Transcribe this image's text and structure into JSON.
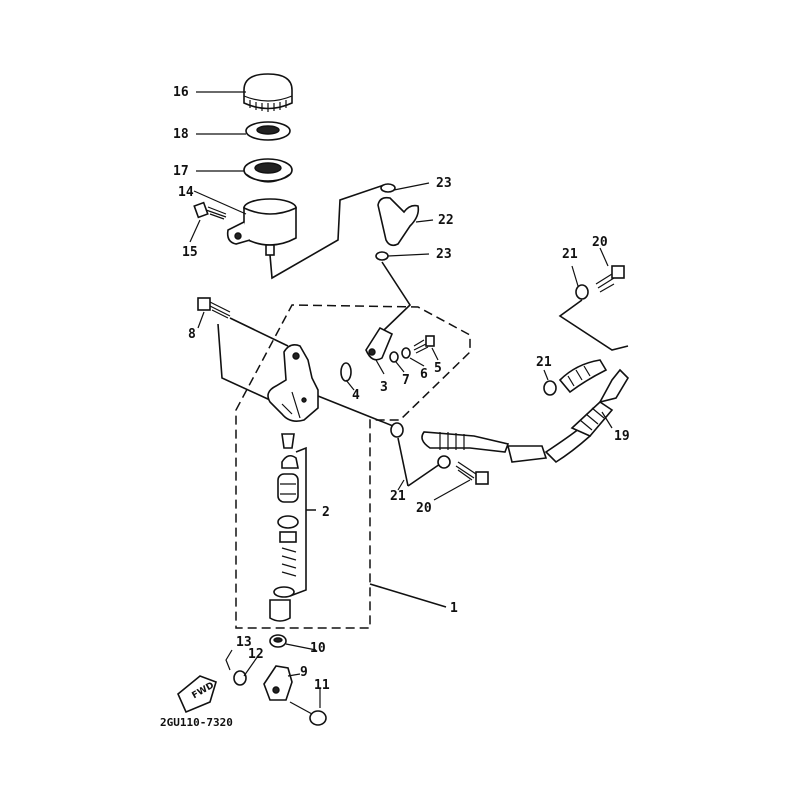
{
  "diagram": {
    "drawing_code": "2GU110-7320",
    "direction_badge": "FWD",
    "callouts": {
      "p1": "1",
      "p2": "2",
      "p3": "3",
      "p4": "4",
      "p5": "5",
      "p6": "6",
      "p7": "7",
      "p8": "8",
      "p9": "9",
      "p10": "10",
      "p11": "11",
      "p12": "12",
      "p13": "13",
      "p14": "14",
      "p15": "15",
      "p16": "16",
      "p17": "17",
      "p18": "18",
      "p19": "19",
      "p20a": "20",
      "p20b": "20",
      "p21a": "21",
      "p21b": "21",
      "p21c": "21",
      "p22": "22",
      "p23a": "23",
      "p23b": "23"
    }
  }
}
